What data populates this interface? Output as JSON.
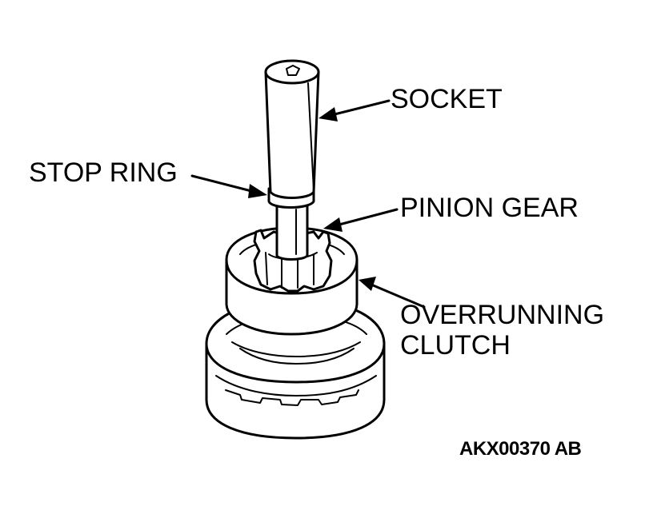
{
  "labels": {
    "socket": "SOCKET",
    "stop_ring": "STOP RING",
    "pinion_gear": "PINION GEAR",
    "overrunning_line1": "OVERRUNNING",
    "overrunning_line2": "CLUTCH"
  },
  "figure_code": "AKX00370 AB",
  "colors": {
    "ink": "#000000",
    "paper": "#ffffff"
  }
}
